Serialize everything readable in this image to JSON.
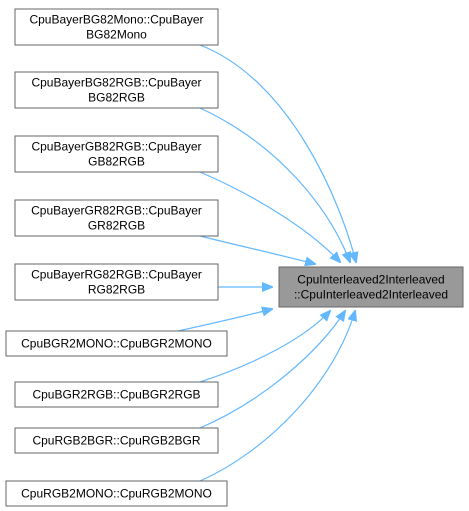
{
  "colors": {
    "edge": "#63b8ff",
    "node_border": "#666666",
    "node_fill": "#ffffff",
    "target_fill": "#999999",
    "target_border": "#666666"
  },
  "target": {
    "lines": [
      "CpuInterleaved2Interleaved",
      "::CpuInterleaved2Interleaved"
    ]
  },
  "callers": [
    {
      "lines": [
        "CpuBayerBG82Mono::CpuBayer",
        "BG82Mono"
      ]
    },
    {
      "lines": [
        "CpuBayerBG82RGB::CpuBayer",
        "BG82RGB"
      ]
    },
    {
      "lines": [
        "CpuBayerGB82RGB::CpuBayer",
        "GB82RGB"
      ]
    },
    {
      "lines": [
        "CpuBayerGR82RGB::CpuBayer",
        "GR82RGB"
      ]
    },
    {
      "lines": [
        "CpuBayerRG82RGB::CpuBayer",
        "RG82RGB"
      ]
    },
    {
      "lines": [
        "CpuBGR2MONO::CpuBGR2MONO"
      ]
    },
    {
      "lines": [
        "CpuBGR2RGB::CpuBGR2RGB"
      ]
    },
    {
      "lines": [
        "CpuRGB2BGR::CpuRGB2BGR"
      ]
    },
    {
      "lines": [
        "CpuRGB2MONO::CpuRGB2MONO"
      ]
    }
  ]
}
